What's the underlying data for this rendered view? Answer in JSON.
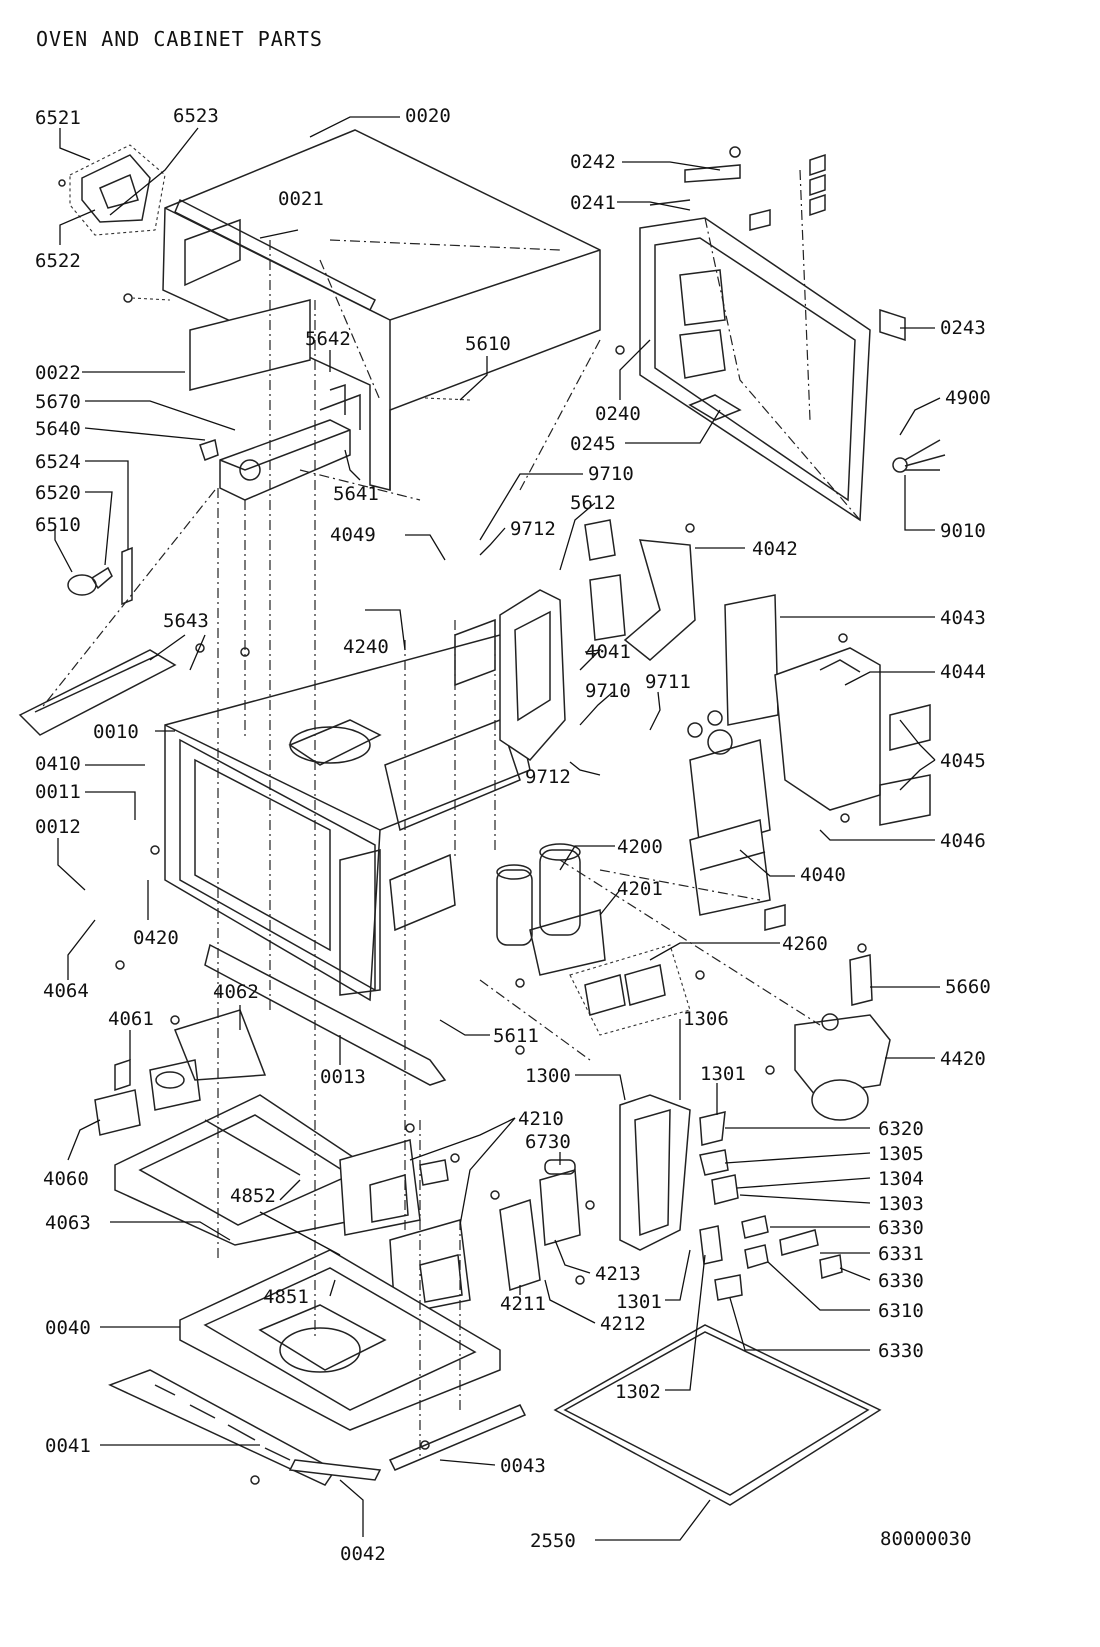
{
  "title": "OVEN AND CABINET PARTS",
  "drawing_number": "80000030",
  "callouts": {
    "c6521": "6521",
    "c6523": "6523",
    "c0020": "0020",
    "c0021": "0021",
    "c6522": "6522",
    "c0242": "0242",
    "c0241": "0241",
    "c0243": "0243",
    "c5642": "5642",
    "c5610": "5610",
    "c0022": "0022",
    "c5670": "5670",
    "c5640": "5640",
    "c0240": "0240",
    "c4900": "4900",
    "c0245": "0245",
    "c6524": "6524",
    "c6520": "6520",
    "c6510": "6510",
    "c5641": "5641",
    "c9710a": "9710",
    "c5612": "5612",
    "c9010": "9010",
    "c4049": "4049",
    "c9712a": "9712",
    "c4042": "4042",
    "c4043": "4043",
    "c5643": "5643",
    "c4240": "4240",
    "c4041": "4041",
    "c4044": "4044",
    "c9710b": "9710",
    "c9711": "9711",
    "c0010": "0010",
    "c4045": "4045",
    "c0410": "0410",
    "c9712b": "9712",
    "c0011": "0011",
    "c4046": "4046",
    "c0012": "0012",
    "c4200": "4200",
    "c4040": "4040",
    "c4201": "4201",
    "c0420": "0420",
    "c4260": "4260",
    "c4064": "4064",
    "c4062": "4062",
    "c5660": "5660",
    "c4061": "4061",
    "c5611": "5611",
    "c1306": "1306",
    "c0013": "0013",
    "c4420": "4420",
    "c1300": "1300",
    "c1301a": "1301",
    "c4060": "4060",
    "c4210": "4210",
    "c6320": "6320",
    "c6730": "6730",
    "c1305": "1305",
    "c1304": "1304",
    "c4852": "4852",
    "c1303": "1303",
    "c4063": "4063",
    "c6330a": "6330",
    "c4213": "4213",
    "c6331": "6331",
    "c4851": "4851",
    "c6330b": "6330",
    "c1301b": "1301",
    "c6310": "6310",
    "c4211": "4211",
    "c4212": "4212",
    "c0040": "0040",
    "c6330c": "6330",
    "c1302": "1302",
    "c0041": "0041",
    "c0043": "0043",
    "c2550": "2550",
    "c0042": "0042"
  }
}
